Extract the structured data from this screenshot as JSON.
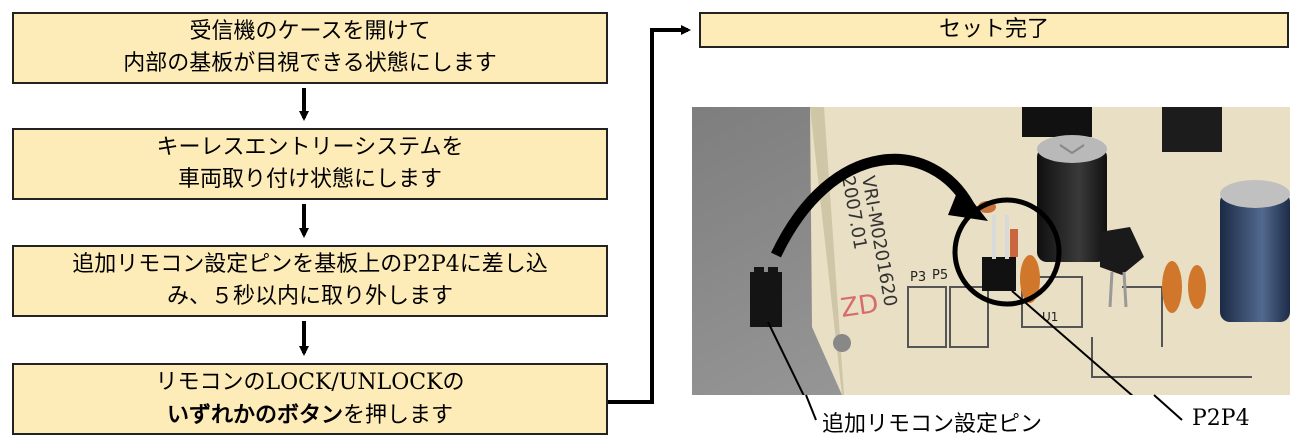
{
  "steps": [
    {
      "line1": "受信機のケースを開けて",
      "line2": "内部の基板が目視できる状態にします"
    },
    {
      "line1": "キーレスエントリーシステムを",
      "line2": "車両取り付け状態にします"
    },
    {
      "line1": "追加リモコン設定ピンを基板上のP2P4に差し込",
      "line2": "み、５秒以内に取り外します"
    },
    {
      "line1": "リモコンのLOCK/UNLOCKの",
      "line2_bold": "いずれかのボタン",
      "line2_rest": "を押します"
    }
  ],
  "done": {
    "label": "セット完了"
  },
  "photo": {
    "board_text_1": "VRI-M0201620",
    "board_text_2": "2007.01",
    "pcb_label_p3": "P3",
    "pcb_label_p5": "P5",
    "pcb_label_u1": "U1",
    "pcb_label_zd": "ZD"
  },
  "callouts": {
    "pin_label": "追加リモコン設定ピン",
    "p2p4_label": "P2P4"
  },
  "colors": {
    "step_fill": "#fdebb8",
    "outline": "#222222",
    "pcb": "#e7dfc6"
  }
}
